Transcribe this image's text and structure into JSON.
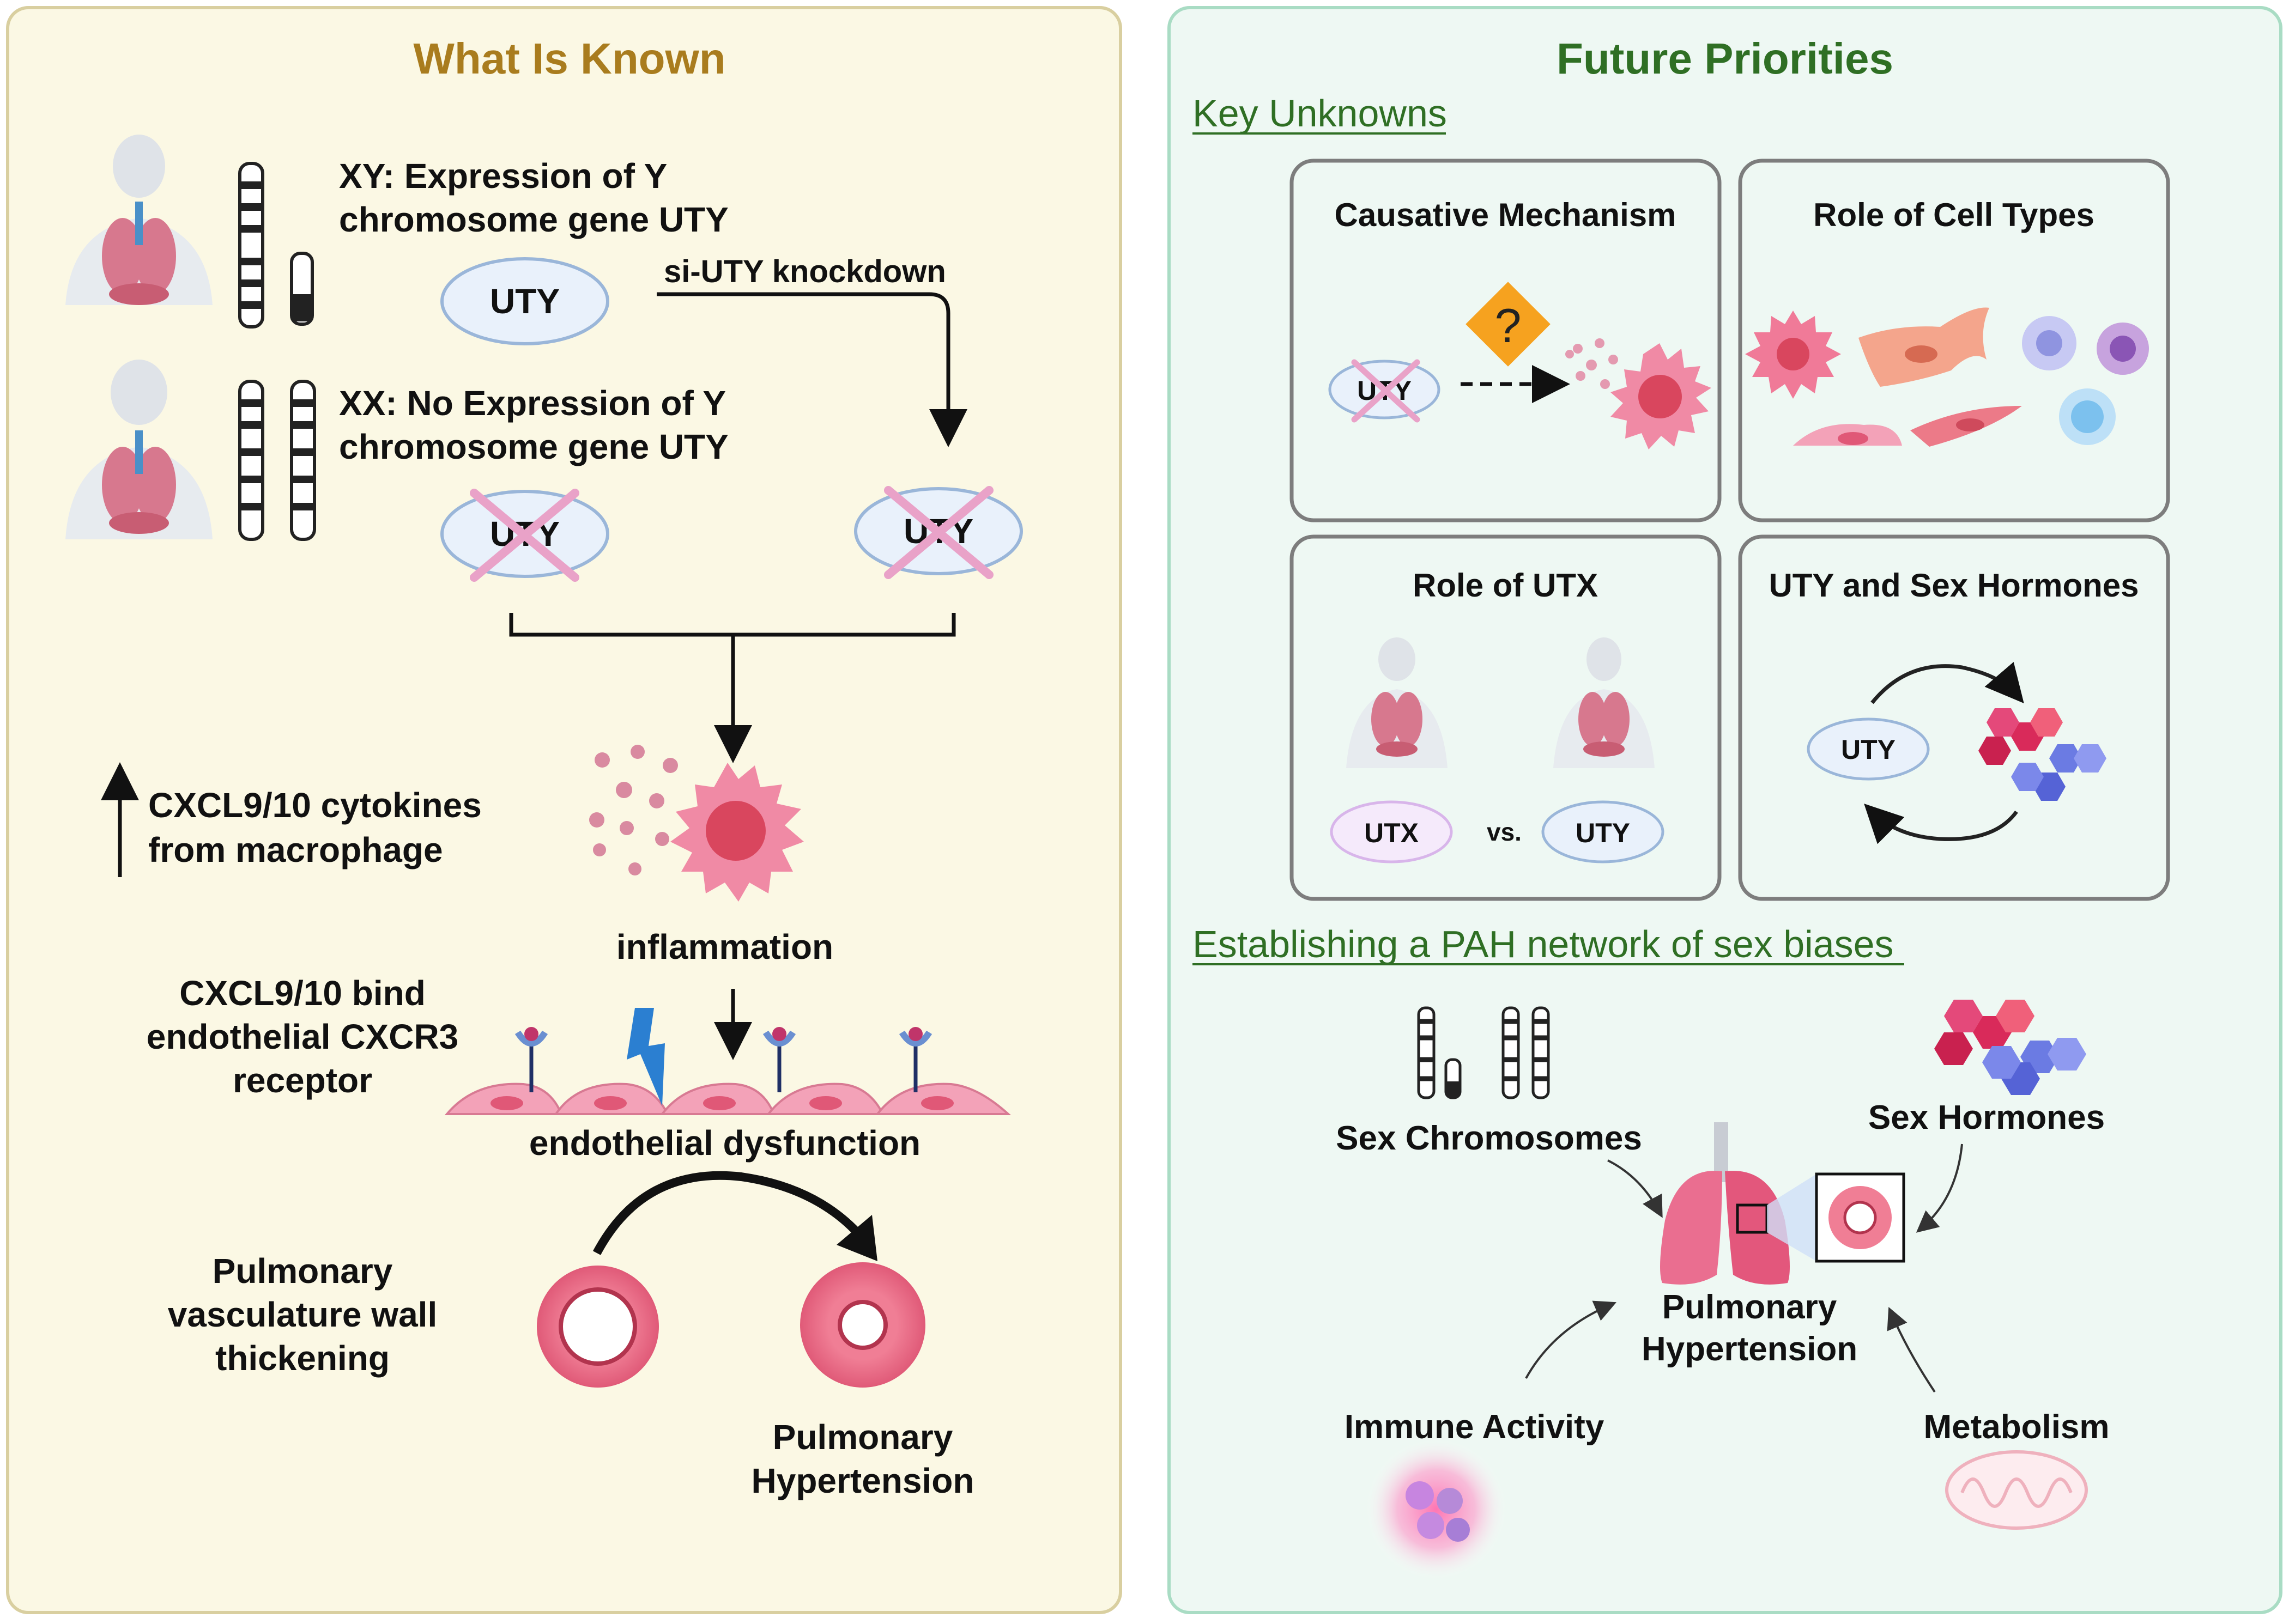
{
  "left_panel": {
    "title": "What Is Known",
    "xy_line1": "XY: Expression of Y",
    "xy_line2": "chromosome gene UTY",
    "uty_label": "UTY",
    "knockdown_label": "si-UTY knockdown",
    "xx_line1": "XX: No Expression of Y",
    "xx_line2": "chromosome gene UTY",
    "uty_xx_label": "UTY",
    "uty_kd_label": "UTY",
    "cytokines_line1": "CXCL9/10 cytokines",
    "cytokines_line2": "from macrophage",
    "inflammation_label": "inflammation",
    "bind_line1": "CXCL9/10 bind",
    "bind_line2": "endothelial CXCR3",
    "bind_line3": "receptor",
    "dysfunction_label": "endothelial dysfunction",
    "wall_line1": "Pulmonary",
    "wall_line2": "vasculature wall",
    "wall_line3": "thickening",
    "ph_line1": "Pulmonary",
    "ph_line2": "Hypertension"
  },
  "right_panel": {
    "title": "Future Priorities",
    "key_unknowns": "Key Unknowns",
    "box_causative_title": "Causative Mechanism",
    "box_causative_uty": "UTY",
    "box_celltypes_title": "Role of Cell Types",
    "box_utx_title": "Role of UTX",
    "box_utx_label": "UTX",
    "box_utx_vs": "vs.",
    "box_utx_uty": "UTY",
    "box_hormones_title": "UTY and Sex Hormones",
    "box_hormones_uty": "UTY",
    "network_heading": "Establishing a PAH network of sex biases",
    "sex_chromosomes": "Sex Chromosomes",
    "sex_hormones": "Sex Hormones",
    "center_line1": "Pulmonary",
    "center_line2": "Hypertension",
    "immune_activity": "Immune Activity",
    "metabolism": "Metabolism"
  },
  "colors": {
    "left_bg": "#fbf8e4",
    "left_border": "#d9cfa0",
    "left_title": "#a97c1e",
    "right_bg": "#eef8f3",
    "right_border": "#a9dcc4",
    "right_title": "#2f6f24",
    "uty_fill": "#e9f1fb",
    "uty_stroke": "#9ab6d9",
    "cross": "#e9a2c8",
    "pink": "#e86a8c",
    "box_border": "#7d7d7d"
  }
}
